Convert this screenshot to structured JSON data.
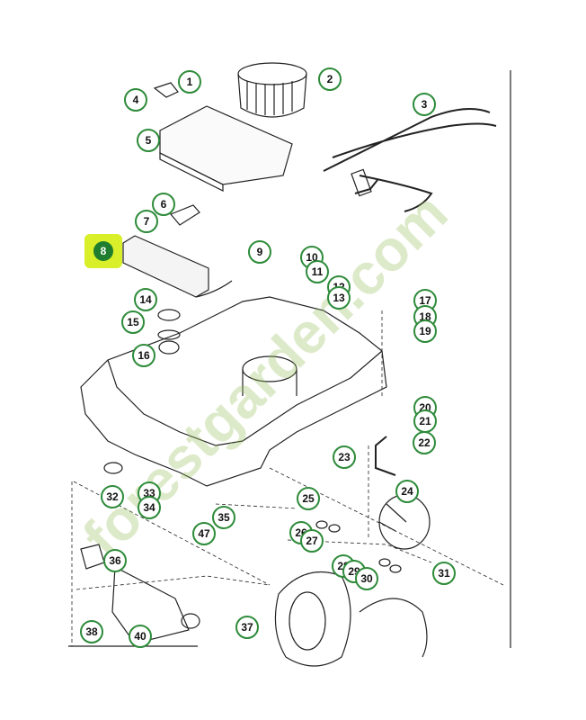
{
  "diagram": {
    "highlighted_callout": "8",
    "callouts": [
      {
        "id": "c1",
        "label": "1"
      },
      {
        "id": "c2",
        "label": "2"
      },
      {
        "id": "c3",
        "label": "3"
      },
      {
        "id": "c4",
        "label": "4"
      },
      {
        "id": "c5",
        "label": "5"
      },
      {
        "id": "c6",
        "label": "6"
      },
      {
        "id": "c7",
        "label": "7"
      },
      {
        "id": "c9",
        "label": "9"
      },
      {
        "id": "c10",
        "label": "10"
      },
      {
        "id": "c11",
        "label": "11"
      },
      {
        "id": "c12",
        "label": "12"
      },
      {
        "id": "c13",
        "label": "13"
      },
      {
        "id": "c14",
        "label": "14"
      },
      {
        "id": "c15",
        "label": "15"
      },
      {
        "id": "c16",
        "label": "16"
      },
      {
        "id": "c17",
        "label": "17"
      },
      {
        "id": "c18",
        "label": "18"
      },
      {
        "id": "c19",
        "label": "19"
      },
      {
        "id": "c20",
        "label": "20"
      },
      {
        "id": "c21",
        "label": "21"
      },
      {
        "id": "c22",
        "label": "22"
      },
      {
        "id": "c23",
        "label": "23"
      },
      {
        "id": "c24",
        "label": "24"
      },
      {
        "id": "c25",
        "label": "25"
      },
      {
        "id": "c26",
        "label": "26"
      },
      {
        "id": "c27",
        "label": "27"
      },
      {
        "id": "c28",
        "label": "28"
      },
      {
        "id": "c29",
        "label": "29"
      },
      {
        "id": "c30",
        "label": "30"
      },
      {
        "id": "c31",
        "label": "31"
      },
      {
        "id": "c32",
        "label": "32"
      },
      {
        "id": "c33",
        "label": "33"
      },
      {
        "id": "c34",
        "label": "34"
      },
      {
        "id": "c35",
        "label": "35"
      },
      {
        "id": "c36",
        "label": "36"
      },
      {
        "id": "c37",
        "label": "37"
      },
      {
        "id": "c38",
        "label": "38"
      },
      {
        "id": "c40",
        "label": "40"
      },
      {
        "id": "c47",
        "label": "47"
      }
    ],
    "watermark": "forestgarden.com",
    "colors": {
      "callout_border": "#2e8b3a",
      "highlight": "#d8ef2a",
      "highlight_badge": "#1e7d2e",
      "line": "#222222"
    }
  }
}
